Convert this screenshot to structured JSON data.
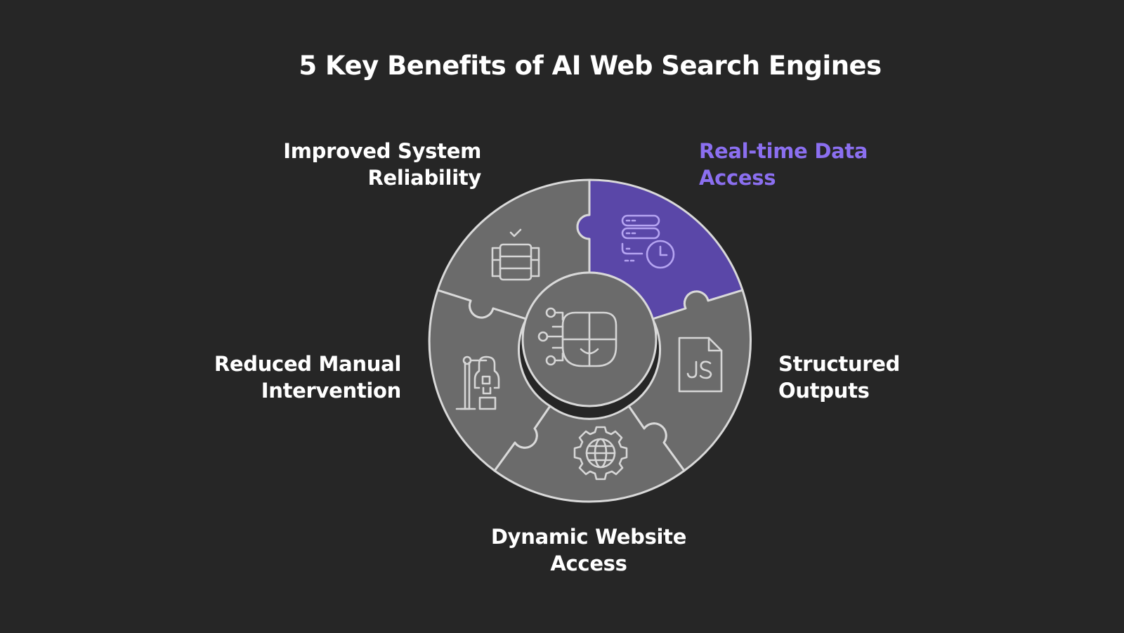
{
  "title": "5 Key Benefits of AI Web Search Engines",
  "colors": {
    "background": "#262626",
    "segment": "#6b6b6b",
    "segment_highlight": "#5a47a8",
    "outline": "#d9d9d9",
    "highlight_text": "#8b6ff0",
    "icon_default": "#d6d6d6",
    "icon_highlight": "#b5a4f2"
  },
  "center": {
    "icon": "ai-face-circuit-icon"
  },
  "benefits": [
    {
      "id": "realtime",
      "lines": [
        "Real-time Data",
        "Access"
      ],
      "icon": "server-clock-icon",
      "highlighted": true
    },
    {
      "id": "structured",
      "lines": [
        "Structured",
        "Outputs"
      ],
      "icon": "js-file-icon",
      "highlighted": false
    },
    {
      "id": "dynamic",
      "lines": [
        "Dynamic Website",
        "Access"
      ],
      "icon": "globe-gear-icon",
      "highlighted": false
    },
    {
      "id": "reduced",
      "lines": [
        "Reduced Manual",
        "Intervention"
      ],
      "icon": "robot-arm-icon",
      "highlighted": false
    },
    {
      "id": "improved",
      "lines": [
        "Improved System",
        "Reliability"
      ],
      "icon": "database-check-icon",
      "highlighted": false
    }
  ]
}
